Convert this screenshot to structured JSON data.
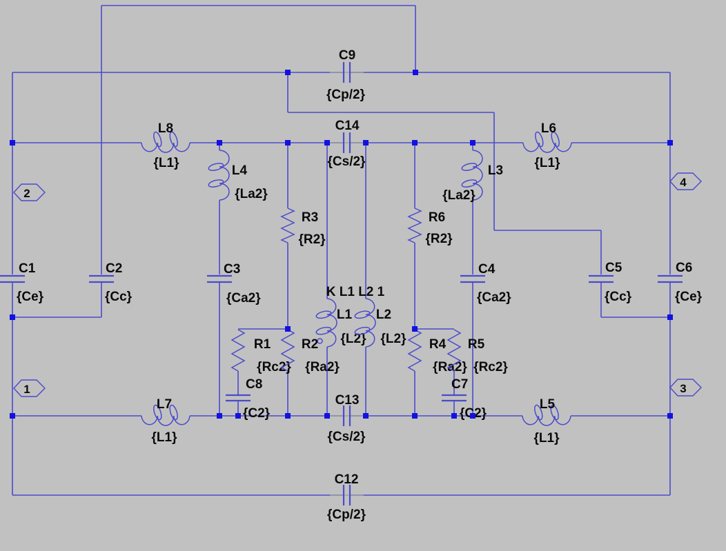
{
  "colors": {
    "bg": "#c1c1c1",
    "wire": "#4a4acc",
    "node": "#1212e0",
    "ink": "#0a0a0a",
    "ghost": "#9b9b9b"
  },
  "directive": "K L1 L2 1",
  "ports": {
    "p1": "1",
    "p2": "2",
    "p3": "3",
    "p4": "4"
  },
  "components": {
    "L8": {
      "ref": "L8",
      "value": "{L1}"
    },
    "L7": {
      "ref": "L7",
      "value": "{L1}"
    },
    "L6": {
      "ref": "L6",
      "value": "{L1}"
    },
    "L5": {
      "ref": "L5",
      "value": "{L1}"
    },
    "L4": {
      "ref": "L4",
      "value": "{La2}"
    },
    "L3": {
      "ref": "L3",
      "value": "{La2}"
    },
    "L1": {
      "ref": "L1",
      "value": "{L2}"
    },
    "L2": {
      "ref": "L2",
      "value": "{L2}"
    },
    "C1": {
      "ref": "C1",
      "value": "{Ce}"
    },
    "C2": {
      "ref": "C2",
      "value": "{Cc}"
    },
    "C3": {
      "ref": "C3",
      "value": "{Ca2}"
    },
    "C4": {
      "ref": "C4",
      "value": "{Ca2}"
    },
    "C5": {
      "ref": "C5",
      "value": "{Cc}"
    },
    "C6": {
      "ref": "C6",
      "value": "{Ce}"
    },
    "C7": {
      "ref": "C7",
      "value": "{C2}"
    },
    "C8": {
      "ref": "C8",
      "value": "{C2}"
    },
    "C9": {
      "ref": "C9",
      "value": "{Cp/2}"
    },
    "C12": {
      "ref": "C12",
      "value": "{Cp/2}"
    },
    "C13": {
      "ref": "C13",
      "value": "{Cs/2}"
    },
    "C14": {
      "ref": "C14",
      "value": "{Cs/2}"
    },
    "R1": {
      "ref": "R1",
      "value": "{Rc2}"
    },
    "R2": {
      "ref": "R2",
      "value": "{Ra2}"
    },
    "R3": {
      "ref": "R3",
      "value": "{R2}"
    },
    "R4": {
      "ref": "R4",
      "value": "{Ra2}"
    },
    "R5": {
      "ref": "R5",
      "value": "{Rc2}"
    },
    "R6": {
      "ref": "R6",
      "value": "{R2}"
    }
  }
}
